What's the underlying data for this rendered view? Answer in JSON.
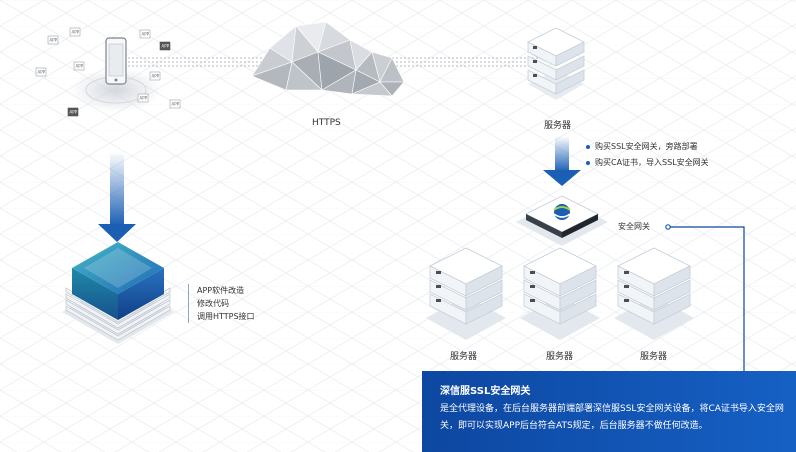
{
  "labels": {
    "https": "HTTPS",
    "server_top": "服务器",
    "gateway": "安全网关",
    "server_bottom": [
      "服务器",
      "服务器",
      "服务器"
    ]
  },
  "steps_right": [
    "购买SSL安全网关，旁路部署",
    "购买CA证书，导入SSL安全网关"
  ],
  "steps_left": [
    "APP软件改造",
    "修改代码",
    "调用HTTPS接口"
  ],
  "app_badge": "APP",
  "server_tag": "■■",
  "panel": {
    "title": "深信服SSL安全网关",
    "body": "是全代理设备，在后台服务器前端部署深信服SSL安全网关设备，将CA证书导入安全网关，即可以实现APP后台符合ATS规定，后台服务器不做任何改造。"
  },
  "colors": {
    "accent": "#1a5fb4",
    "panel_start": "#0d47a1",
    "panel_end": "#1660c4",
    "grid": "#e6e9ee"
  }
}
